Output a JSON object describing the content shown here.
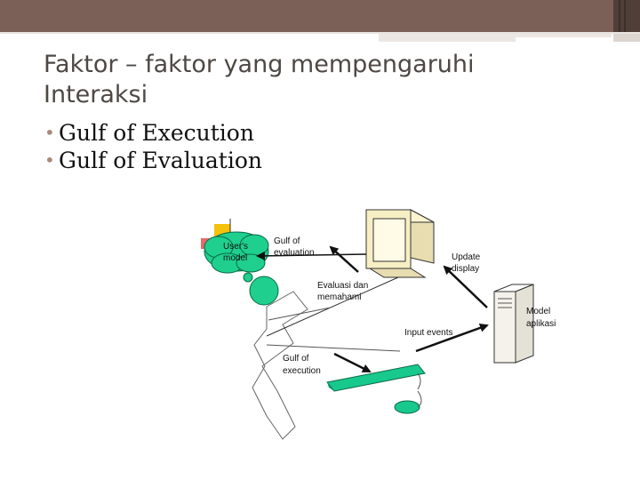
{
  "slide": {
    "title": "Faktor – faktor yang mempengaruhi Interaksi",
    "bullets": [
      {
        "text": "Gulf of Execution"
      },
      {
        "text": "Gulf of Evaluation"
      }
    ]
  },
  "diagram": {
    "labels": {
      "users_model_1": "User's",
      "users_model_2": "model",
      "gulf_eval_1": "Gulf of",
      "gulf_eval_2": "evaluation",
      "update_1": "Update",
      "update_2": "display",
      "evaluasi_1": "Evaluasi dan",
      "evaluasi_2": "memahami",
      "model_1": "Model",
      "model_2": "aplikasi",
      "input_events": "Input events",
      "gulf_exec_1": "Gulf of",
      "gulf_exec_2": "execution"
    },
    "colors": {
      "cloud": "#1fcf8e",
      "keyboard": "#17c98c",
      "monitor": "#f7efc4",
      "tower": "#f4f2ea",
      "arrow": "#111111"
    }
  }
}
